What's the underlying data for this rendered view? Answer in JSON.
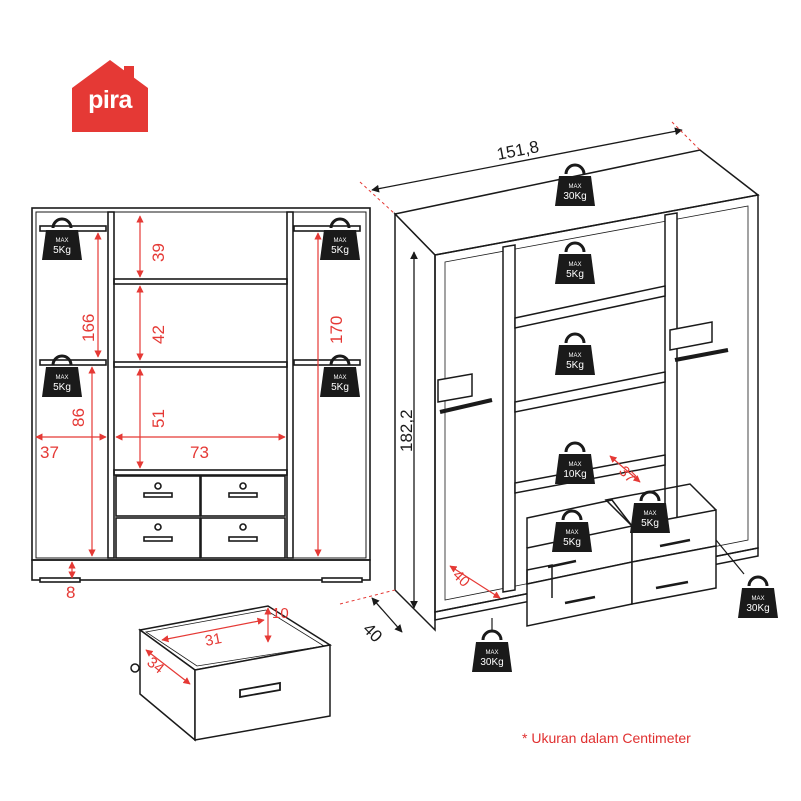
{
  "brand": {
    "name": "pira",
    "color": "#e53935"
  },
  "colors": {
    "dimension": "#e53935",
    "line": "#1a1a1a",
    "weight_badge": "#1a1a1a"
  },
  "front_view": {
    "dims": {
      "top_shelf": "39",
      "mid_shelf": "42",
      "low_shelf": "51",
      "left_hang_upper": "166",
      "left_hang_lower": "86",
      "right_hang": "170",
      "left_width": "37",
      "center_width": "73",
      "leg": "8"
    },
    "rod_loads": [
      {
        "max": "MAX",
        "load": "5Kg"
      },
      {
        "max": "MAX",
        "load": "5Kg"
      },
      {
        "max": "MAX",
        "load": "5Kg"
      },
      {
        "max": "MAX",
        "load": "5Kg"
      }
    ]
  },
  "iso_view": {
    "dims": {
      "width": "151,8",
      "height": "182,2",
      "depth": "40",
      "inner_depth": "40",
      "shelf_depth": "37"
    },
    "loads": [
      {
        "max": "MAX",
        "load": "30Kg"
      },
      {
        "max": "MAX",
        "load": "5Kg"
      },
      {
        "max": "MAX",
        "load": "5Kg"
      },
      {
        "max": "MAX",
        "load": "10Kg"
      },
      {
        "max": "MAX",
        "load": "5Kg"
      },
      {
        "max": "MAX",
        "load": "5Kg"
      },
      {
        "max": "MAX",
        "load": "30Kg"
      },
      {
        "max": "MAX",
        "load": "30Kg"
      }
    ]
  },
  "drawer_view": {
    "dims": {
      "width": "31",
      "depth": "34",
      "height": "10"
    }
  },
  "note": "* Ukuran dalam Centimeter"
}
